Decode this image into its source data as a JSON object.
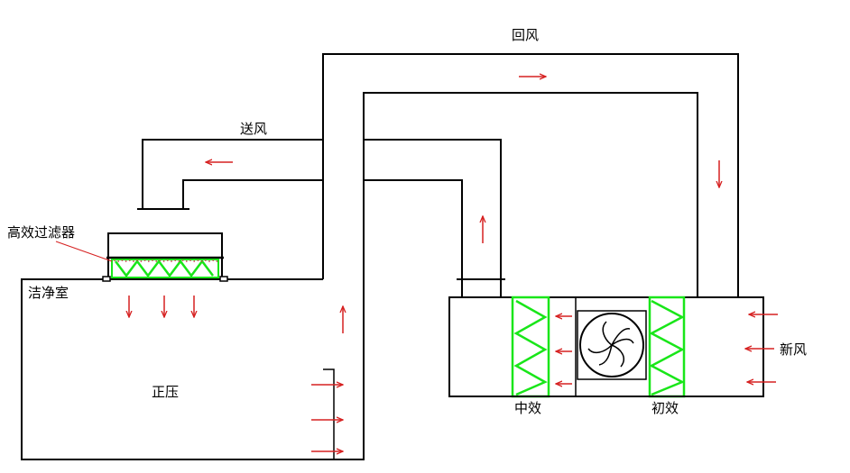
{
  "labels": {
    "return_air": "回风",
    "supply_air": "送风",
    "hepa_filter": "高效过滤器",
    "cleanroom": "洁净室",
    "positive_pressure": "正压",
    "fresh_air": "新风",
    "medium_filter": "中效",
    "primary_filter": "初效"
  },
  "colors": {
    "duct": "#000000",
    "airflow_arrow": "#d62020",
    "filter": "#19e619",
    "hepa_dots": "#c04040"
  }
}
